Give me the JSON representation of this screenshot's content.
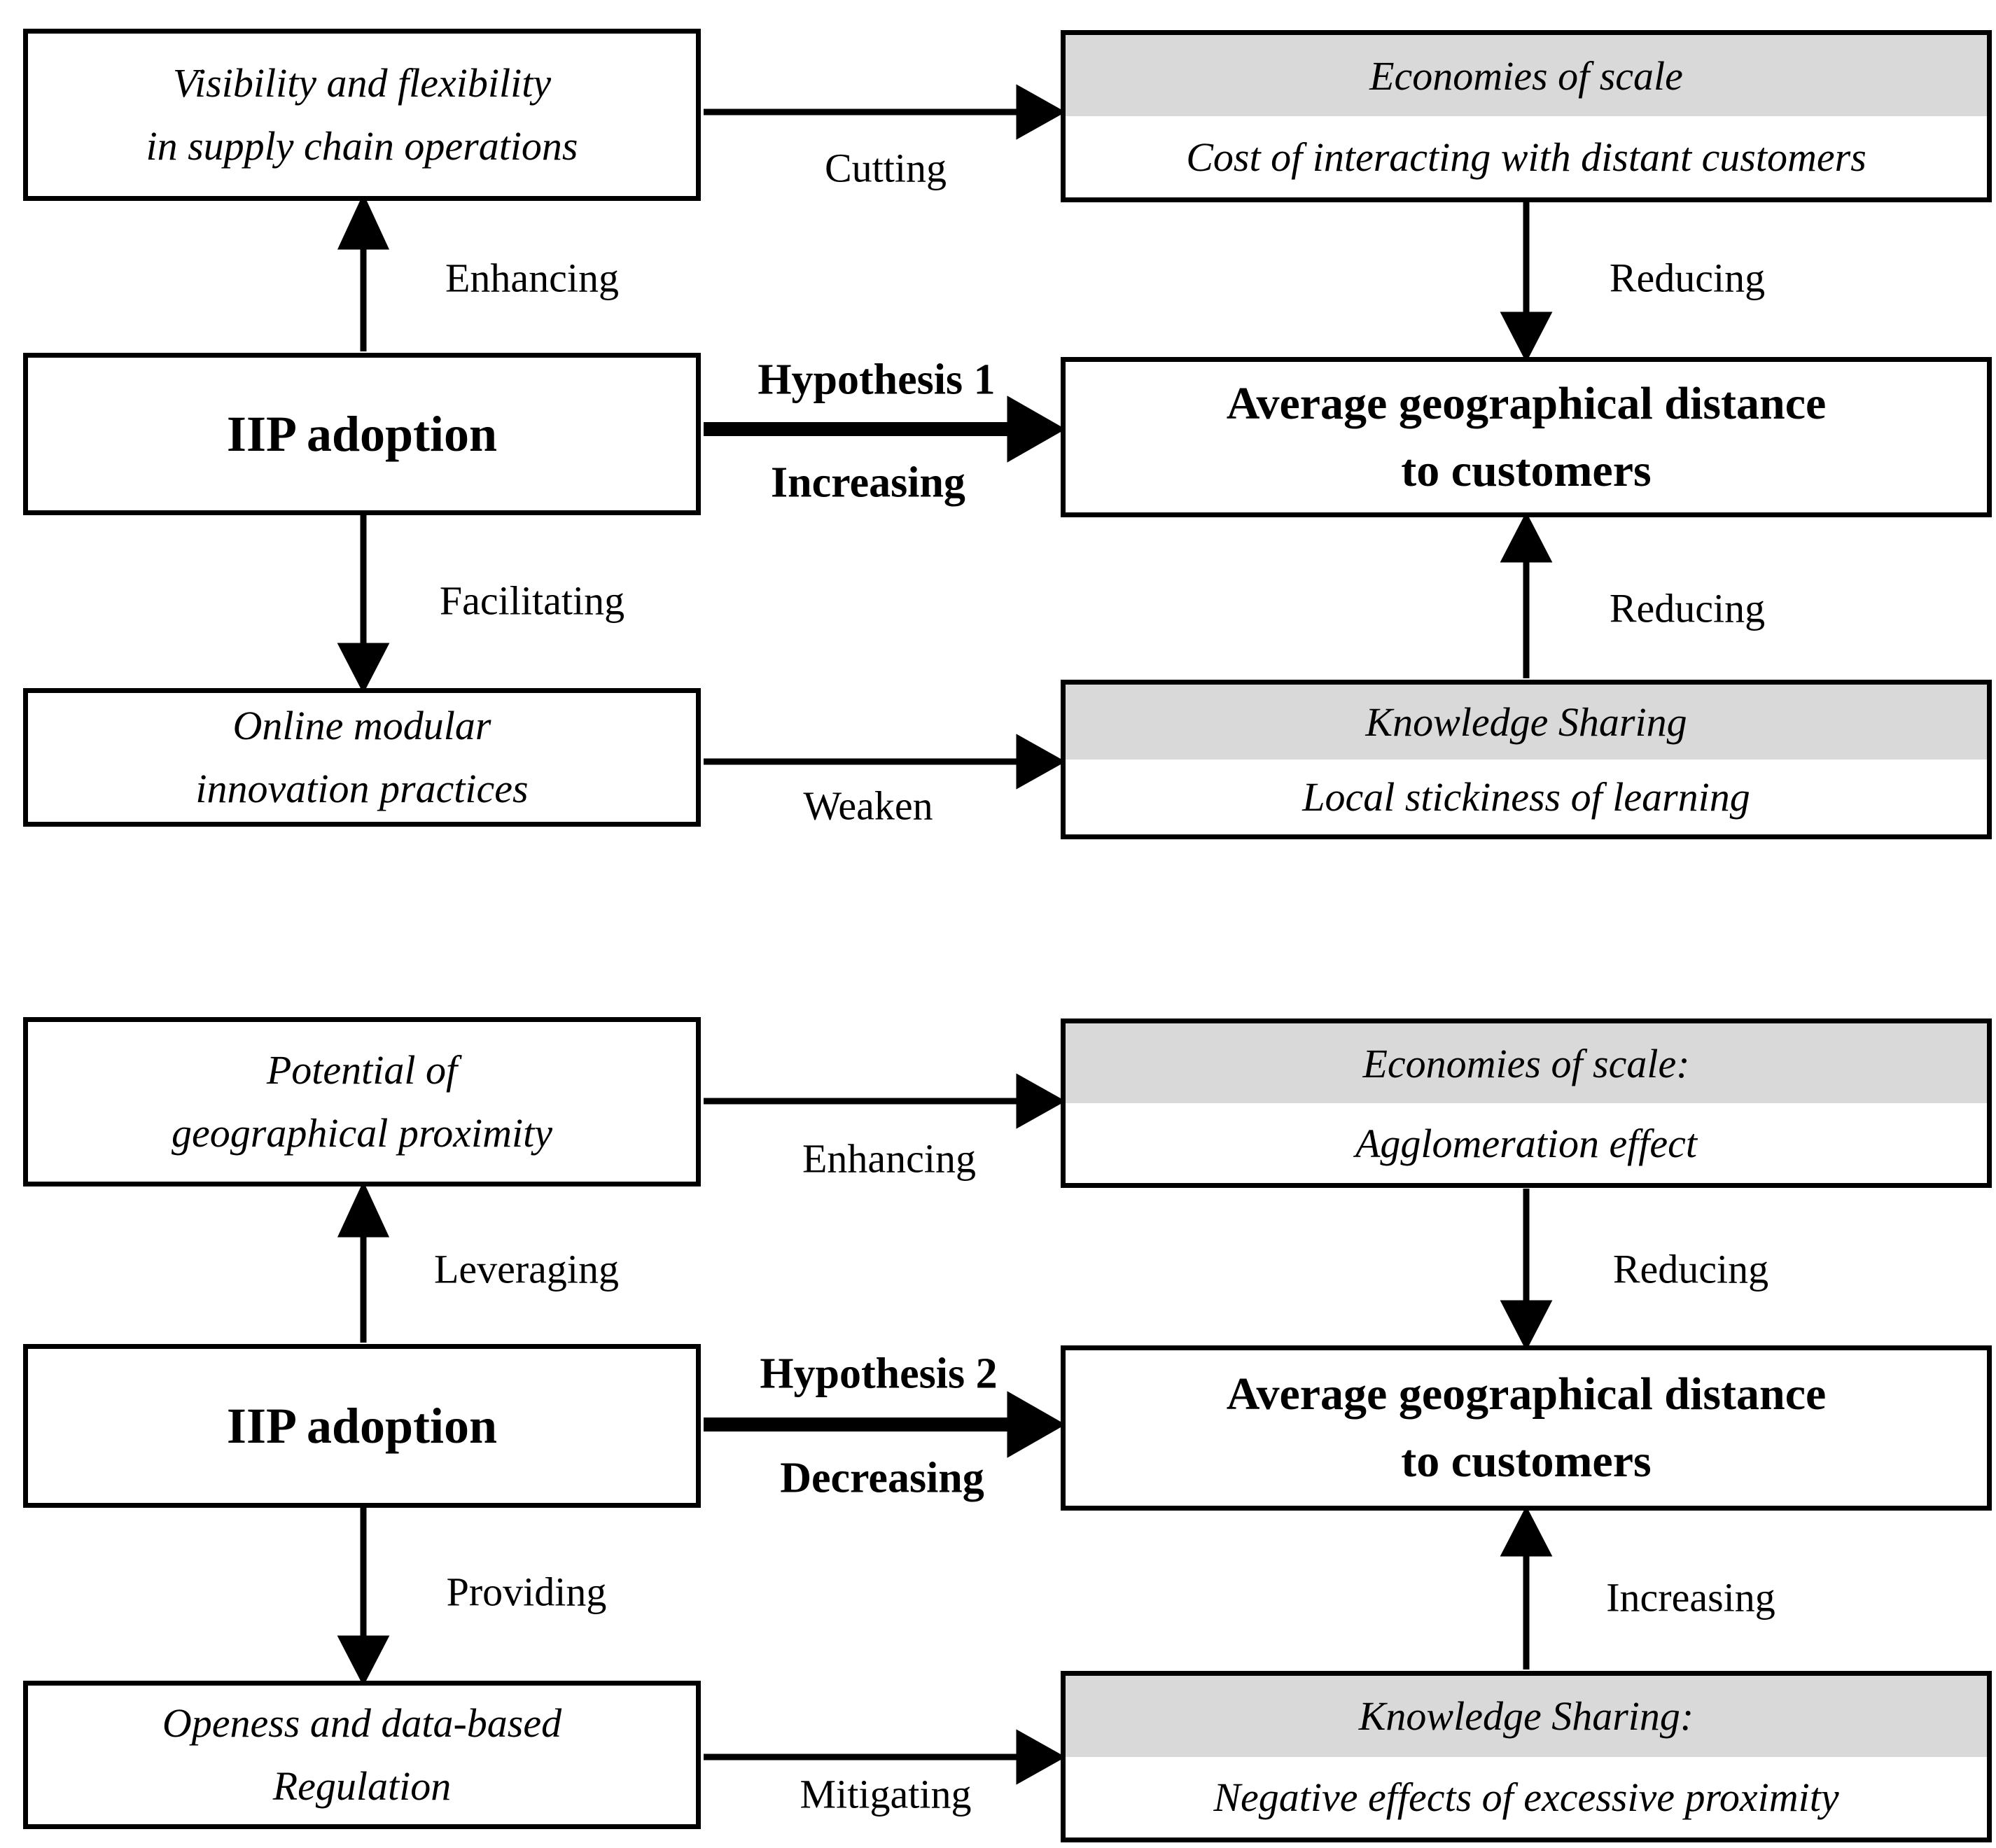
{
  "colors": {
    "header_bg": "#d9d9d9",
    "line": "#000000",
    "background": "#ffffff"
  },
  "panels": [
    {
      "name": "hypothesis-1",
      "left_top": {
        "line1": "Visibility and flexibility",
        "line2": "in supply chain operations"
      },
      "left_mid": {
        "label": "IIP adoption"
      },
      "left_bottom": {
        "line1": "Online modular",
        "line2": "innovation practices"
      },
      "right_top": {
        "header": "Economies of scale",
        "body": "Cost of interacting with distant customers"
      },
      "right_mid": {
        "line1": "Average geographical distance",
        "line2": "to customers"
      },
      "right_bottom": {
        "header": "Knowledge Sharing",
        "body": "Local stickiness of learning"
      },
      "arrows": {
        "up_left": "Enhancing",
        "top_horizontal": "Cutting",
        "right_down": "Reducing",
        "hypothesis_title": "Hypothesis 1",
        "hypothesis_effect": "Increasing",
        "down_left": "Facilitating",
        "bottom_horizontal": "Weaken",
        "right_up": "Reducing"
      }
    },
    {
      "name": "hypothesis-2",
      "left_top": {
        "line1": "Potential of",
        "line2": "geographical proximity"
      },
      "left_mid": {
        "label": "IIP adoption"
      },
      "left_bottom": {
        "line1": "Openess and data-based",
        "line2": "Regulation"
      },
      "right_top": {
        "header": "Economies of scale:",
        "body": "Agglomeration effect"
      },
      "right_mid": {
        "line1": "Average geographical distance",
        "line2": "to customers"
      },
      "right_bottom": {
        "header": "Knowledge Sharing:",
        "body": "Negative effects of excessive proximity"
      },
      "arrows": {
        "up_left": "Leveraging",
        "top_horizontal": "Enhancing",
        "right_down": "Reducing",
        "hypothesis_title": "Hypothesis 2",
        "hypothesis_effect": "Decreasing",
        "down_left": "Providing",
        "bottom_horizontal": "Mitigating",
        "right_up": "Increasing"
      }
    }
  ]
}
